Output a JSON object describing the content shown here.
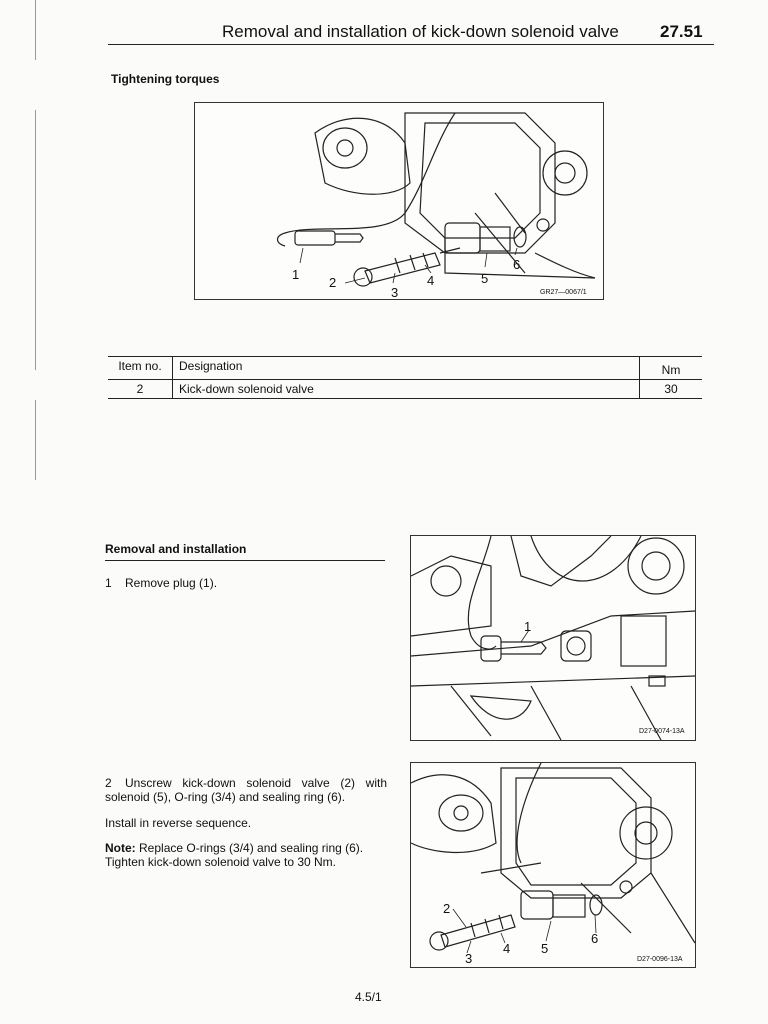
{
  "header": {
    "title": "Removal and installation of kick-down solenoid valve",
    "section_number": "27.51"
  },
  "torque_section": {
    "heading": "Tightening torques",
    "figure": {
      "code": "GR27—0067/1",
      "callouts": [
        "1",
        "2",
        "3",
        "4",
        "5",
        "6"
      ]
    },
    "table": {
      "headers": {
        "item": "Item no.",
        "designation": "Designation",
        "unit": "Nm"
      },
      "rows": [
        {
          "item": "2",
          "designation": "Kick-down solenoid valve",
          "value": "30"
        }
      ]
    }
  },
  "removal_section": {
    "heading": "Removal and installation",
    "steps": [
      {
        "number": "1",
        "text": "Remove plug (1)."
      },
      {
        "number": "2",
        "text": "Unscrew kick-down solenoid valve (2) with solenoid (5), O-ring (3/4) and sealing ring (6)."
      }
    ],
    "install_text": "Install in reverse sequence.",
    "note_label": "Note:",
    "note_text": "Replace O-rings (3/4) and sealing ring (6). Tighten kick-down solenoid valve to 30 Nm.",
    "figure_1": {
      "code": "D27-0074-13A",
      "callouts": [
        "1"
      ]
    },
    "figure_2": {
      "code": "D27-0096-13A",
      "callouts": [
        "2",
        "3",
        "4",
        "5",
        "6"
      ]
    }
  },
  "footer": {
    "page_number": "4.5/1"
  }
}
